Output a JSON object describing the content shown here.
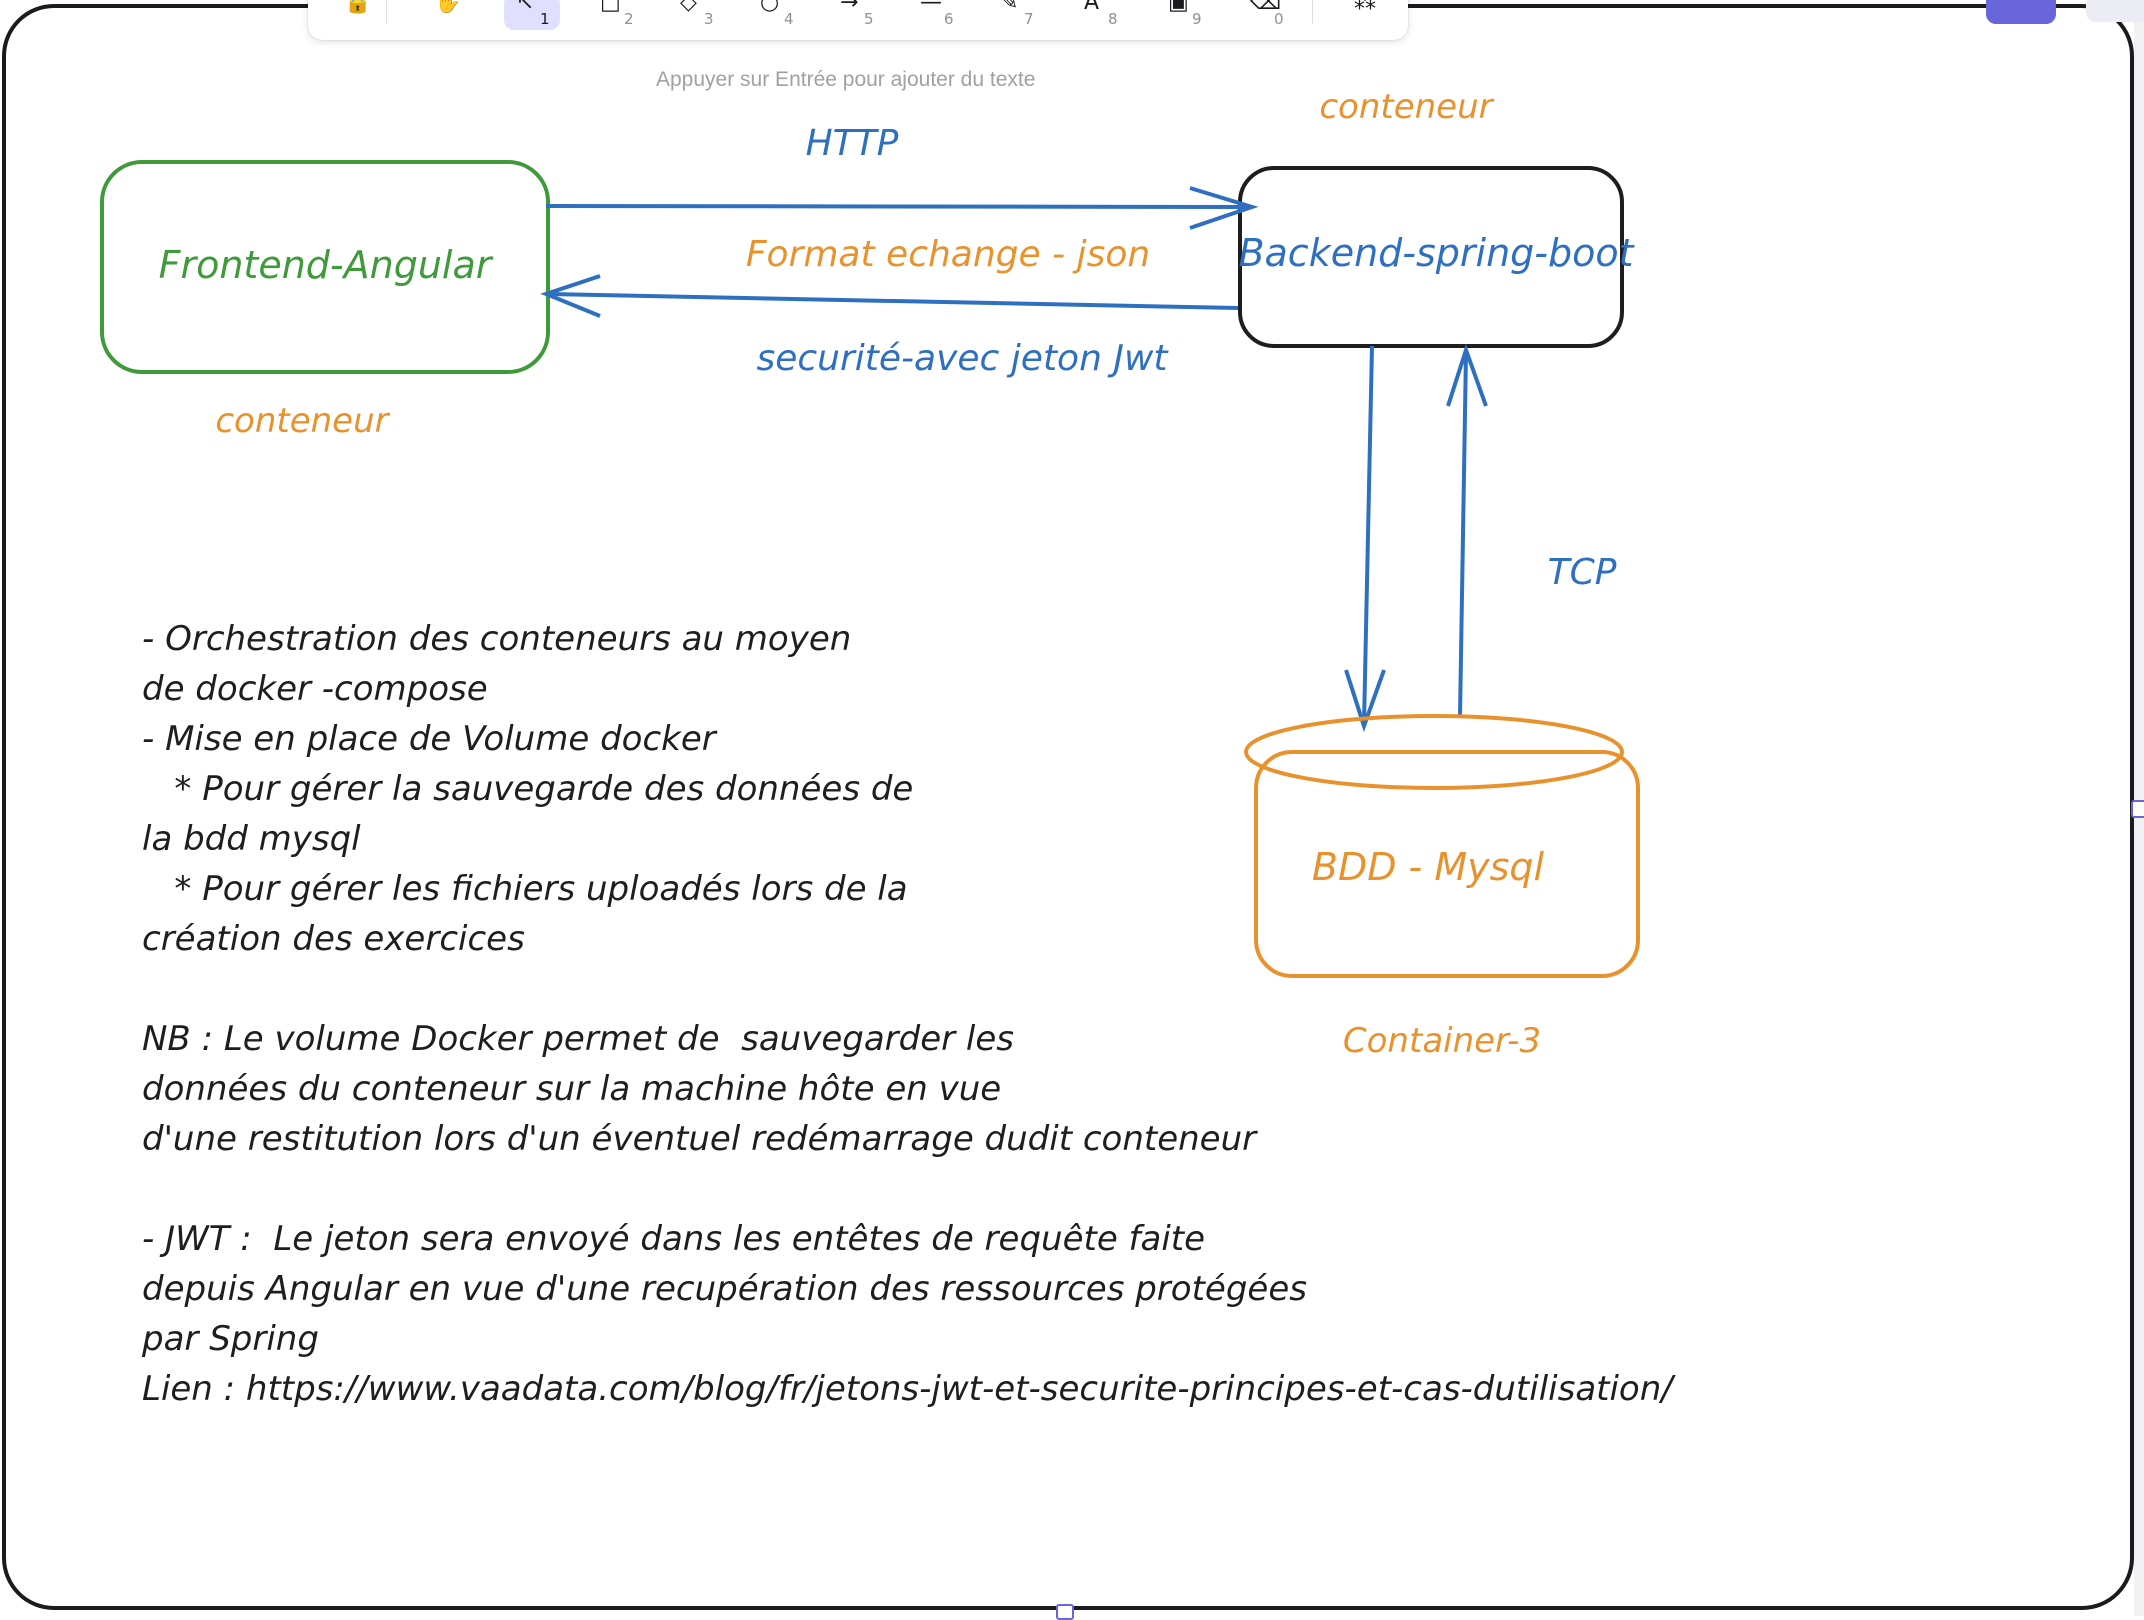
{
  "toolbar": {
    "tools": [
      {
        "icon": "lock-icon",
        "glyph": "🔒",
        "key": ""
      },
      {
        "icon": "hand-icon",
        "glyph": "✋",
        "key": ""
      },
      {
        "icon": "selection-icon",
        "glyph": "↖",
        "key": "1"
      },
      {
        "icon": "rectangle-icon",
        "glyph": "□",
        "key": "2"
      },
      {
        "icon": "diamond-icon",
        "glyph": "◇",
        "key": "3"
      },
      {
        "icon": "ellipse-icon",
        "glyph": "○",
        "key": "4"
      },
      {
        "icon": "arrow-icon",
        "glyph": "→",
        "key": "5"
      },
      {
        "icon": "line-icon",
        "glyph": "—",
        "key": "6"
      },
      {
        "icon": "pencil-icon",
        "glyph": "✎",
        "key": "7"
      },
      {
        "icon": "text-icon",
        "glyph": "A",
        "key": "8"
      },
      {
        "icon": "image-icon",
        "glyph": "▣",
        "key": "9"
      },
      {
        "icon": "eraser-icon",
        "glyph": "⌫",
        "key": "0"
      },
      {
        "icon": "more-shapes-icon",
        "glyph": "⁂",
        "key": ""
      }
    ],
    "active_tool": "selection-icon"
  },
  "hint": "Appuyer sur Entrée pour ajouter du texte",
  "colors": {
    "green": "#3f9a3a",
    "blue": "#2f6fbf",
    "orange": "#e8922e",
    "black": "#1e1e1e",
    "accent": "#6965db"
  },
  "diagram": {
    "frontend_label": "Frontend-Angular",
    "frontend_caption": "conteneur",
    "backend_label": "Backend-spring-boot",
    "backend_caption": "conteneur",
    "db_label": "BDD - Mysql",
    "db_caption": "Container-3",
    "http_label": "HTTP",
    "format_label": "Format echange - json",
    "security_label": "securité-avec jeton Jwt",
    "tcp_label": "TCP"
  },
  "notes": [
    "- Orchestration des conteneurs au moyen",
    "de docker -compose",
    "- Mise en place de Volume docker",
    "   * Pour gérer la sauvegarde des données de",
    "la bdd mysql",
    "   * Pour gérer les fichiers uploadés lors de la",
    "création des exercices",
    "",
    "NB : Le volume Docker permet de  sauvegarder les",
    "données du conteneur sur la machine hôte en vue",
    "d'une restitution lors d'un éventuel redémarrage dudit conteneur",
    "",
    "- JWT :  Le jeton sera envoyé dans les entêtes de requête faite",
    "depuis Angular en vue d'une recupération des ressources protégées",
    "par Spring",
    "Lien : https://www.vaadata.com/blog/fr/jetons-jwt-et-securite-principes-et-cas-dutilisation/"
  ]
}
